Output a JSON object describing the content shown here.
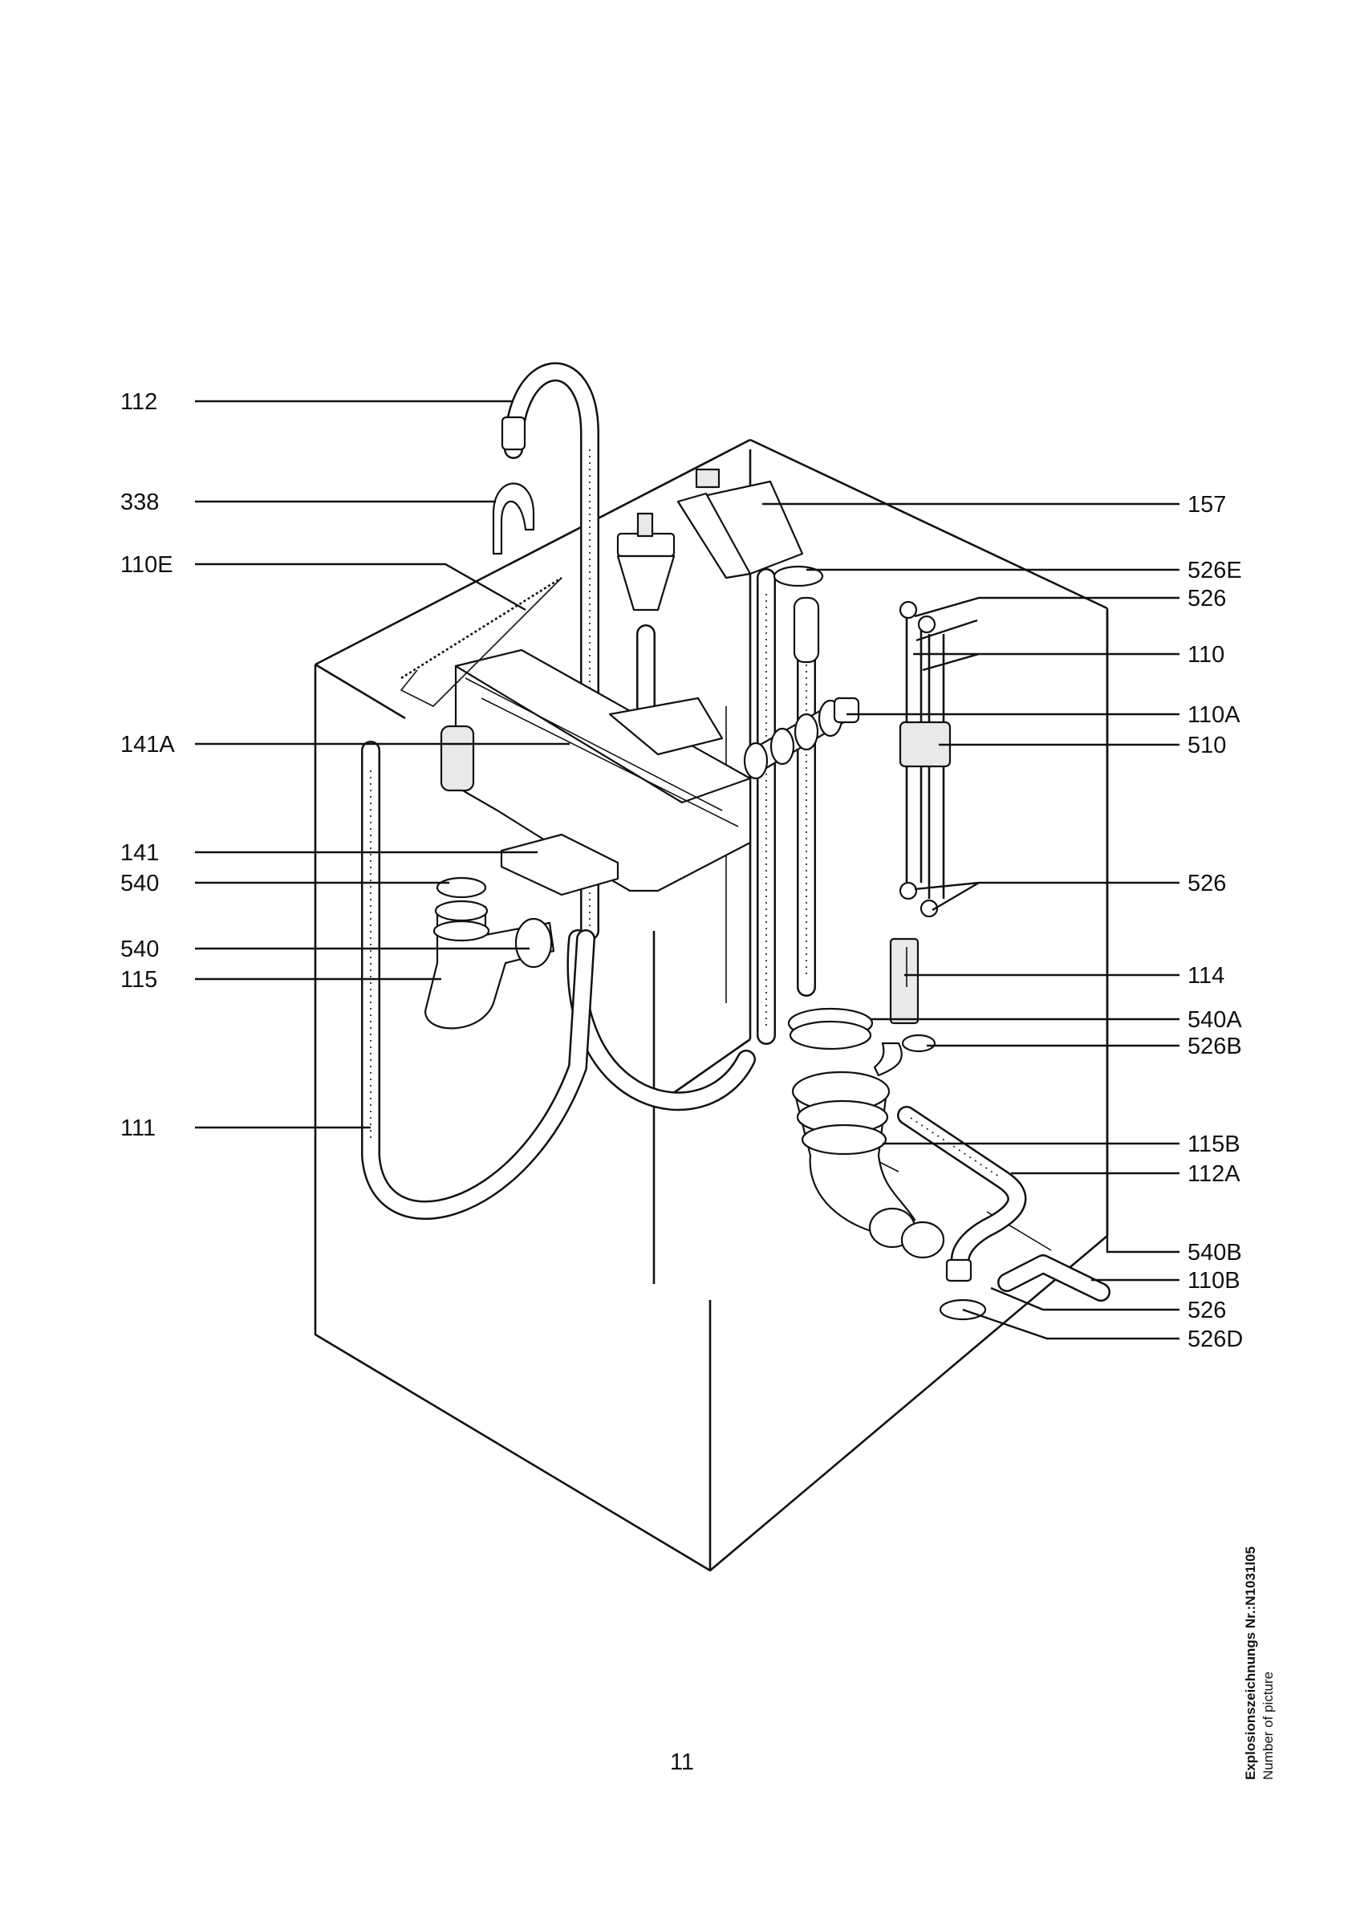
{
  "page": {
    "number": "11"
  },
  "picture_label": {
    "line1": "Explosionszeichnungs Nr.:N1031l05",
    "line2": "Number of picture"
  },
  "diagram": {
    "callouts_left": [
      "112",
      "338",
      "110E",
      "141A",
      "141",
      "540",
      "540",
      "115",
      "111"
    ],
    "callouts_right": [
      "157",
      "526E",
      "526",
      "110",
      "110A",
      "510",
      "526",
      "114",
      "540A",
      "526B",
      "115B",
      "112A",
      "540B",
      "110B",
      "526",
      "526D"
    ]
  }
}
